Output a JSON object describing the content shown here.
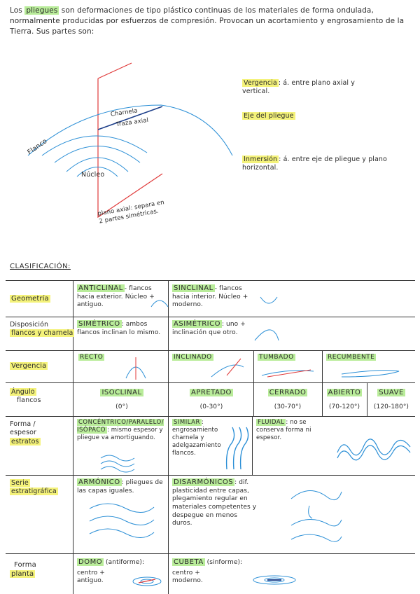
{
  "intro": {
    "p1": "Los",
    "keyword": "pliegues",
    "p2": "son deformaciones de tipo plástico continuas de los materiales de forma ondulada, normalmente producidas por esfuerzos de compresión. Provocan un acortamiento y engrosamiento de la Tierra. Sus partes son:"
  },
  "diagram": {
    "charnela": "Charnela",
    "traza_axial": "Traza axial",
    "flanco": "Flanco",
    "nucleo": "Núcleo",
    "plano_axial": "plano axial: separa en 2 partes simétricas."
  },
  "definitions": [
    {
      "term": "Vergencia",
      "text": ": á. entre plano axial y vertical."
    },
    {
      "term": "Eje del pliegue",
      "text": ""
    },
    {
      "term": "Inmersión",
      "text": ": á. entre eje de pliegue y plano horizontal."
    }
  ],
  "classification_title": "CLASIFICACIÓN:",
  "rows": {
    "geometrica": {
      "label": "Geometría",
      "antiforme": {
        "term": "ANTICLINAL",
        "text": "- flancos hacia exterior. Núcleo + antiguo."
      },
      "sinforme": {
        "term": "SINCLINAL",
        "text": "- flancos hacia interior. Núcleo + moderno."
      }
    },
    "disposicion": {
      "label_a": "Disposición",
      "label_b": "flancos y charnela",
      "simetrico": {
        "term": "SIMÉTRICO",
        "text": ": ambos flancos inclinan lo mismo."
      },
      "asimetrico": {
        "term": "ASIMÉTRICO",
        "text": ": uno + inclinación que otro."
      }
    },
    "vergencia": {
      "label": "Vergencia",
      "cols": [
        "RECTO",
        "INCLINADO",
        "TUMBADO",
        "RECUMBENTE"
      ]
    },
    "angulo": {
      "label_a": "Ángulo",
      "label_b": "flancos",
      "cols": [
        {
          "name": "ISOCLINAL",
          "range": "(0°)"
        },
        {
          "name": "APRETADO",
          "range": "(0-30°)"
        },
        {
          "name": "CERRADO",
          "range": "(30-70°)"
        },
        {
          "name": "ABIERTO",
          "range": "(70-120°)"
        },
        {
          "name": "SUAVE",
          "range": "(120-180°)"
        }
      ]
    },
    "forma": {
      "label_a": "Forma /",
      "label_b": "espesor",
      "label_c": "estratos",
      "concentrico": {
        "term": "CONCÉNTRICO/PARALELO/ ISÓPACO",
        "text": ": mismo espesor y pliegue va amortiguando."
      },
      "similar": {
        "term": "SIMILAR",
        "text": ": engrosamiento charnela y adelgazamiento flancos."
      },
      "fluidal": {
        "term": "FLUIDAL",
        "text": ": no se conserva forma ni espesor."
      }
    },
    "serie": {
      "label_a": "Serie",
      "label_b": "estratigráfica",
      "armonico": {
        "term": "ARMÓNICO",
        "text": ": pliegues de las capas iguales."
      },
      "disarmonico": {
        "term": "DISARMÓNICOS",
        "text": ": dif. plasticidad entre capas, plegamiento regular en materiales competentes y despegue en menos duros."
      }
    },
    "planta": {
      "label_a": "Forma",
      "label_b": "planta",
      "domo": {
        "term": "DOMO",
        "paren": "(antiforme):",
        "text": "centro + antiguo."
      },
      "cubeta": {
        "term": "CUBETA",
        "paren": "(sinforme):",
        "text": "centro + moderno."
      }
    }
  },
  "colors": {
    "green": "#b9ec9a",
    "yellow": "#f4f27a",
    "blue": "#2b8fd6",
    "red": "#e03a3a"
  }
}
